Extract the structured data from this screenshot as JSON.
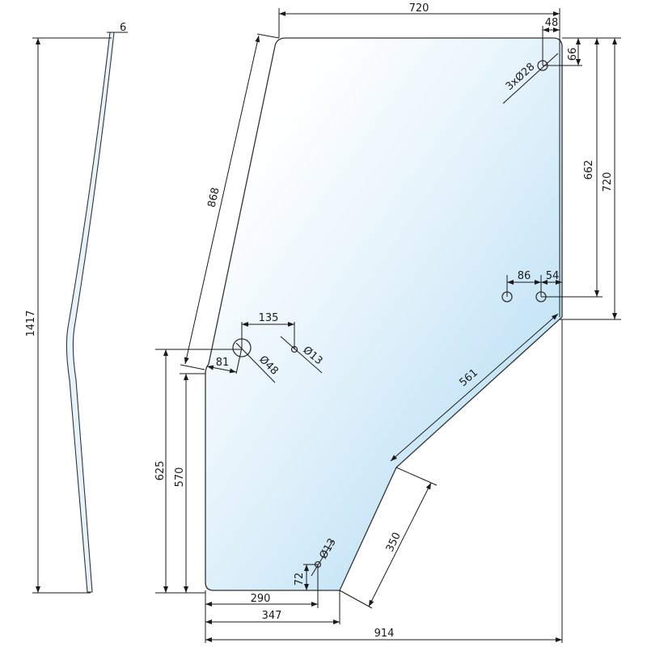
{
  "drawing": {
    "title": "Door glass dimension drawing",
    "colors": {
      "glass_light": "#ffffff",
      "glass_tint": "#b9dff4",
      "line": "#1a1a1a"
    },
    "dimensions": {
      "thickness": "6",
      "total_height": "1417",
      "top_width": "720",
      "hole_offset_x": "48",
      "hole_offset_y": "66",
      "hole_spec": "3xØ28",
      "right_lower": "662",
      "right_upper": "720",
      "slanted_edge": "868",
      "hole_spacing": "86",
      "hole_edge": "54",
      "hole_135": "135",
      "small_hole": "Ø13",
      "large_hole": "Ø48",
      "offset_81": "81",
      "diagonal_561": "561",
      "left_625": "625",
      "left_570": "570",
      "diagonal_350": "350",
      "bottom_hole_dia": "Ø13",
      "bottom_hole_y": "72",
      "bottom_290": "290",
      "bottom_347": "347",
      "total_width": "914"
    }
  }
}
